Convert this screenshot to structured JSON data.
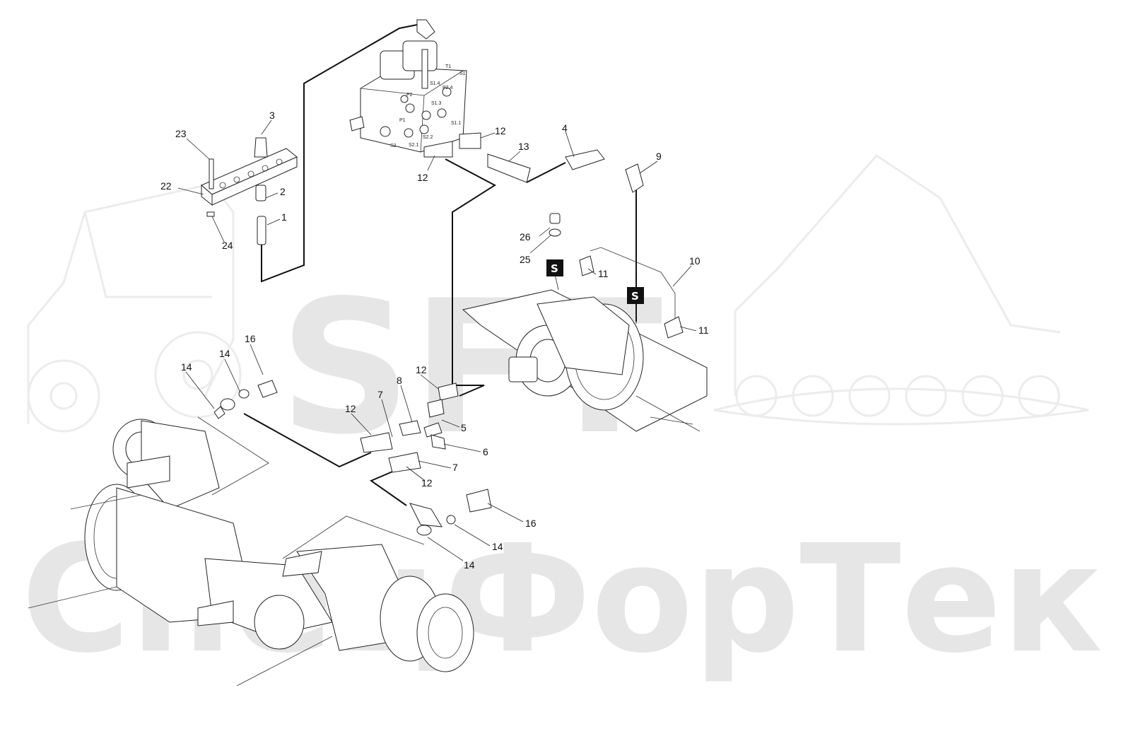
{
  "watermark": {
    "logo": "SFT",
    "brand": "СпецФорТек"
  },
  "callouts": {
    "c1": "1",
    "c2": "2",
    "c3": "3",
    "c4": "4",
    "c5": "5",
    "c6": "6",
    "c7a": "7",
    "c7b": "7",
    "c8": "8",
    "c9": "9",
    "c10": "10",
    "c11a": "11",
    "c11b": "11",
    "c12a": "12",
    "c12b": "12",
    "c12c": "12",
    "c12d": "12",
    "c12e": "12",
    "c13": "13",
    "c14a": "14",
    "c14b": "14",
    "c14c": "14",
    "c14d": "14",
    "c16a": "16",
    "c16b": "16",
    "c22": "22",
    "c23": "23",
    "c24": "24",
    "c25": "25",
    "c26": "26"
  },
  "badges": {
    "s1": "S",
    "s2": "S"
  },
  "valve_ports": {
    "t1": "T1",
    "s1": "S1",
    "p2": "P2",
    "p1": "P1",
    "s2": "S2",
    "s1_4": "S1.4",
    "s1_3": "S1.3",
    "s1_1": "S1.1",
    "s2_1": "S2.1",
    "s2_2": "S2.2",
    "p2_4": "P2.4"
  }
}
